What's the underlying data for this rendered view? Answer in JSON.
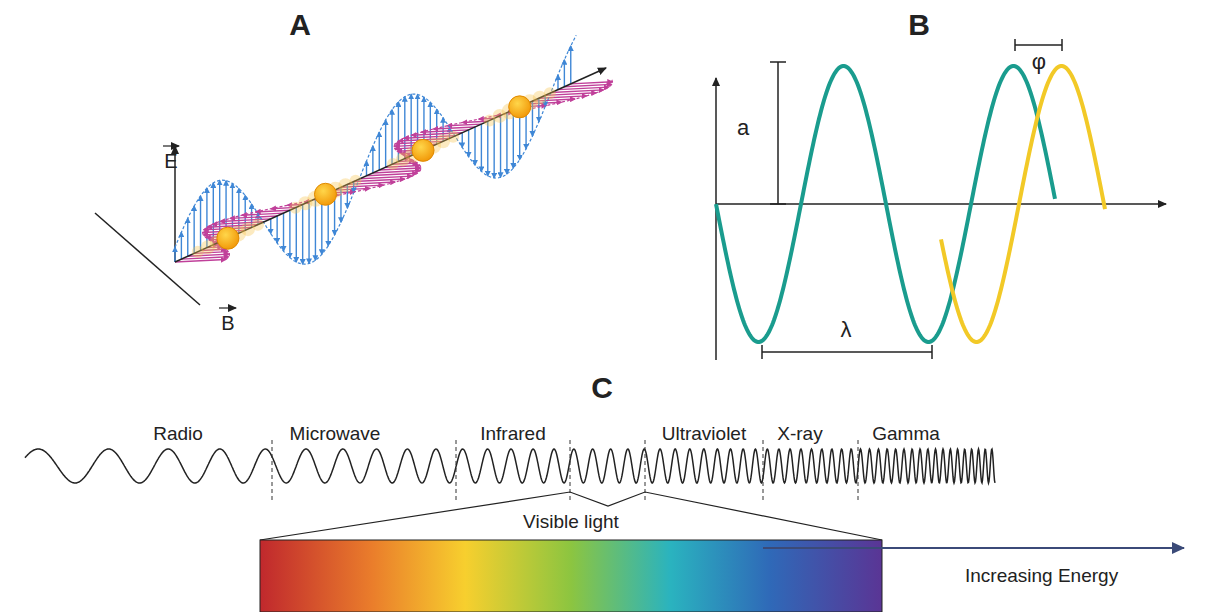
{
  "diagram": {
    "labels": [
      "A",
      "B",
      "C",
      "E",
      "B",
      "a",
      "φ",
      "λ",
      "Radio",
      "Microwave",
      "Infrared",
      "Ultraviolet",
      "X-ray",
      "Gamma",
      "Visible light",
      "Increasing Energy"
    ]
  }
}
